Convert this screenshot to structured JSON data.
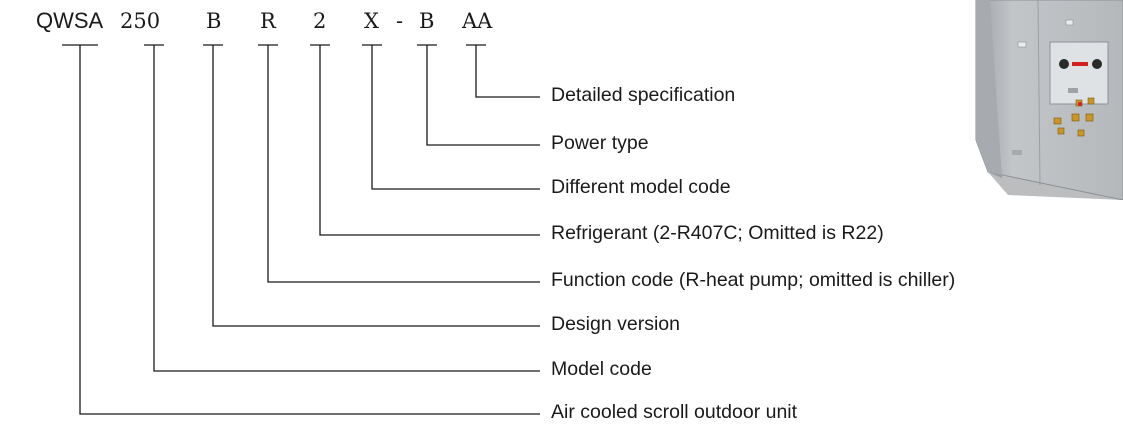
{
  "model_parts": [
    {
      "text": "QWSA"
    },
    {
      "text": "250"
    },
    {
      "text": "B"
    },
    {
      "text": "R"
    },
    {
      "text": "2"
    },
    {
      "text": "X"
    },
    {
      "text": "-"
    },
    {
      "text": "B"
    },
    {
      "text": "AA"
    }
  ],
  "descriptions": [
    "Detailed specification",
    "Power type",
    "Different model code",
    "Refrigerant (2-R407C; Omitted is R22)",
    "Function code (R-heat pump; omitted is chiller)",
    "Design version",
    "Model code",
    "Air cooled scroll outdoor unit"
  ],
  "image": {
    "subject": "outdoor-unit-photo",
    "colors": {
      "casing": "#b9bcbf",
      "casing_shadow": "#9ea2a6",
      "panel": "#e4e6e8",
      "valve": "#c8962a",
      "accent": "#d32020"
    }
  }
}
